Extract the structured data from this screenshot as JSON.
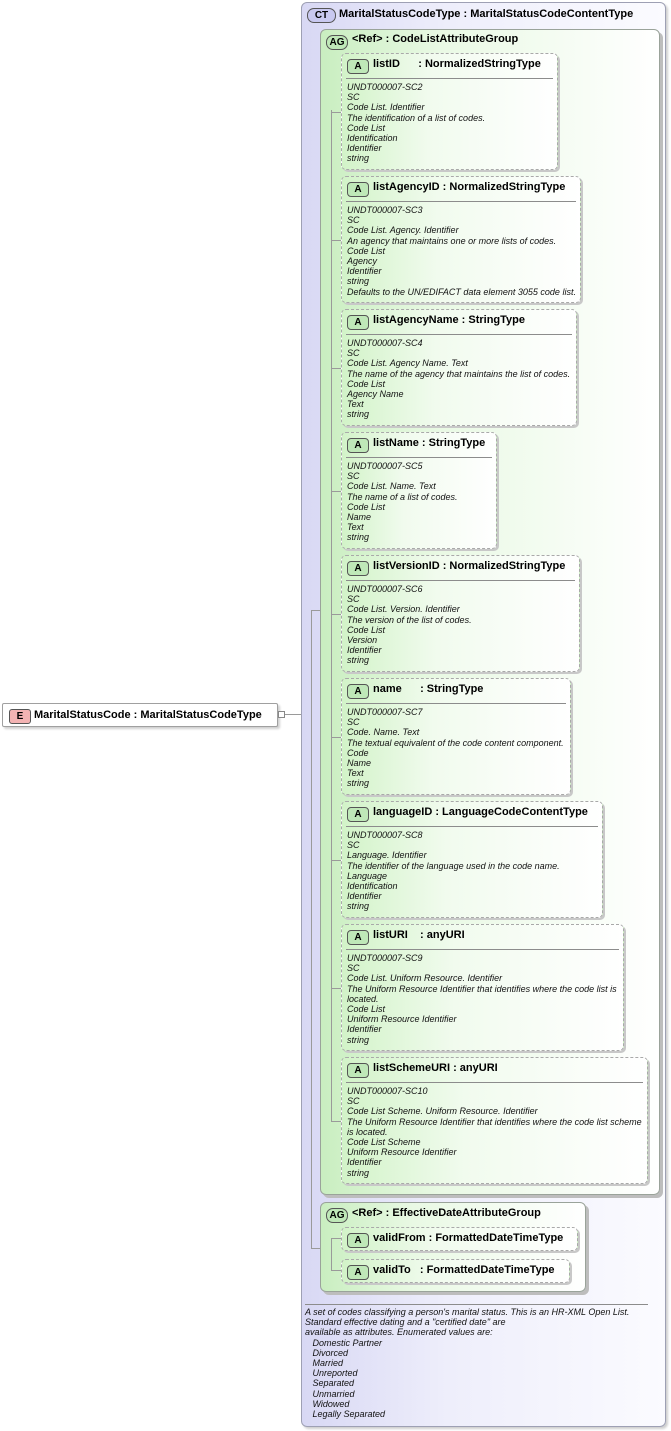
{
  "element": {
    "badge": "E",
    "title": "MaritalStatusCode : MaritalStatusCodeType"
  },
  "complex_type": {
    "badge": "CT",
    "title": "MaritalStatusCodeType : MaritalStatusCodeContentType"
  },
  "group1": {
    "badge": "AG",
    "title": "<Ref>     : CodeListAttributeGroup"
  },
  "group2": {
    "badge": "AG",
    "title": "<Ref>     : EffectiveDateAttributeGroup"
  },
  "attributes": [
    {
      "badge": "A",
      "title": "listID      : NormalizedStringType",
      "doc": [
        "UNDT000007-SC2",
        "SC",
        "Code List. Identifier",
        "The identification of a list of codes.",
        "Code List",
        "Identification",
        "Identifier",
        "string"
      ]
    },
    {
      "badge": "A",
      "title": "listAgencyID : NormalizedStringType",
      "doc": [
        "UNDT000007-SC3",
        "SC",
        "Code List. Agency. Identifier",
        "An agency that maintains one or more lists of codes.",
        "Code List",
        "Agency",
        "Identifier",
        "string",
        "Defaults to the UN/EDIFACT data element 3055 code list."
      ]
    },
    {
      "badge": "A",
      "title": "listAgencyName : StringType",
      "doc": [
        "UNDT000007-SC4",
        "SC",
        "Code List. Agency Name. Text",
        "The name of the agency that maintains the list of codes.",
        "Code List",
        "Agency Name",
        "Text",
        "string"
      ]
    },
    {
      "badge": "A",
      "title": "listName : StringType",
      "doc": [
        "UNDT000007-SC5",
        "SC",
        "Code List. Name. Text",
        "The name of a list of codes.",
        "Code List",
        "Name",
        "Text",
        "string"
      ]
    },
    {
      "badge": "A",
      "title": "listVersionID : NormalizedStringType",
      "doc": [
        "UNDT000007-SC6",
        "SC",
        "Code List. Version. Identifier",
        "The version of the list of codes.",
        "Code List",
        "Version",
        "Identifier",
        "string"
      ]
    },
    {
      "badge": "A",
      "title": "name      : StringType",
      "doc": [
        "UNDT000007-SC7",
        "SC",
        "Code. Name. Text",
        "The textual equivalent of the code content component.",
        "Code",
        "Name",
        "Text",
        "string"
      ]
    },
    {
      "badge": "A",
      "title": "languageID : LanguageCodeContentType",
      "doc": [
        "UNDT000007-SC8",
        "SC",
        "Language. Identifier",
        "The identifier of the language used in the code name.",
        "Language",
        "Identification",
        "Identifier",
        "string"
      ]
    },
    {
      "badge": "A",
      "title": "listURI    : anyURI",
      "doc": [
        "UNDT000007-SC9",
        "SC",
        "Code List. Uniform Resource. Identifier",
        "The Uniform Resource Identifier that identifies where the code list is",
        "located.",
        "Code List",
        "Uniform Resource Identifier",
        "Identifier",
        "string"
      ]
    },
    {
      "badge": "A",
      "title": "listSchemeURI : anyURI",
      "doc": [
        "UNDT000007-SC10",
        "SC",
        "Code List Scheme. Uniform Resource. Identifier",
        "The Uniform Resource Identifier that identifies where the code list scheme",
        "is located.",
        "Code List Scheme",
        "Uniform Resource Identifier",
        "Identifier",
        "string"
      ]
    }
  ],
  "date_attributes": [
    {
      "badge": "A",
      "title": "validFrom : FormattedDateTimeType"
    },
    {
      "badge": "A",
      "title": "validTo   : FormattedDateTimeType"
    }
  ],
  "ct_doc": [
    "A set of codes classifying a person's marital status. This is an HR-XML Open List.",
    "Standard effective dating and a \"certified date\" are",
    "available as attributes. Enumerated values are:",
    "   Domestic Partner",
    "   Divorced",
    "   Married",
    "   Unreported",
    "   Separated",
    "   Unmarried",
    "   Widowed",
    "   Legally Separated"
  ],
  "colors": {
    "ct_fill": "#d8d8f4",
    "ag_fill": "#c9eec0",
    "attr_fill": "#d2f3c8",
    "element_badge": "#f3b3b3"
  }
}
